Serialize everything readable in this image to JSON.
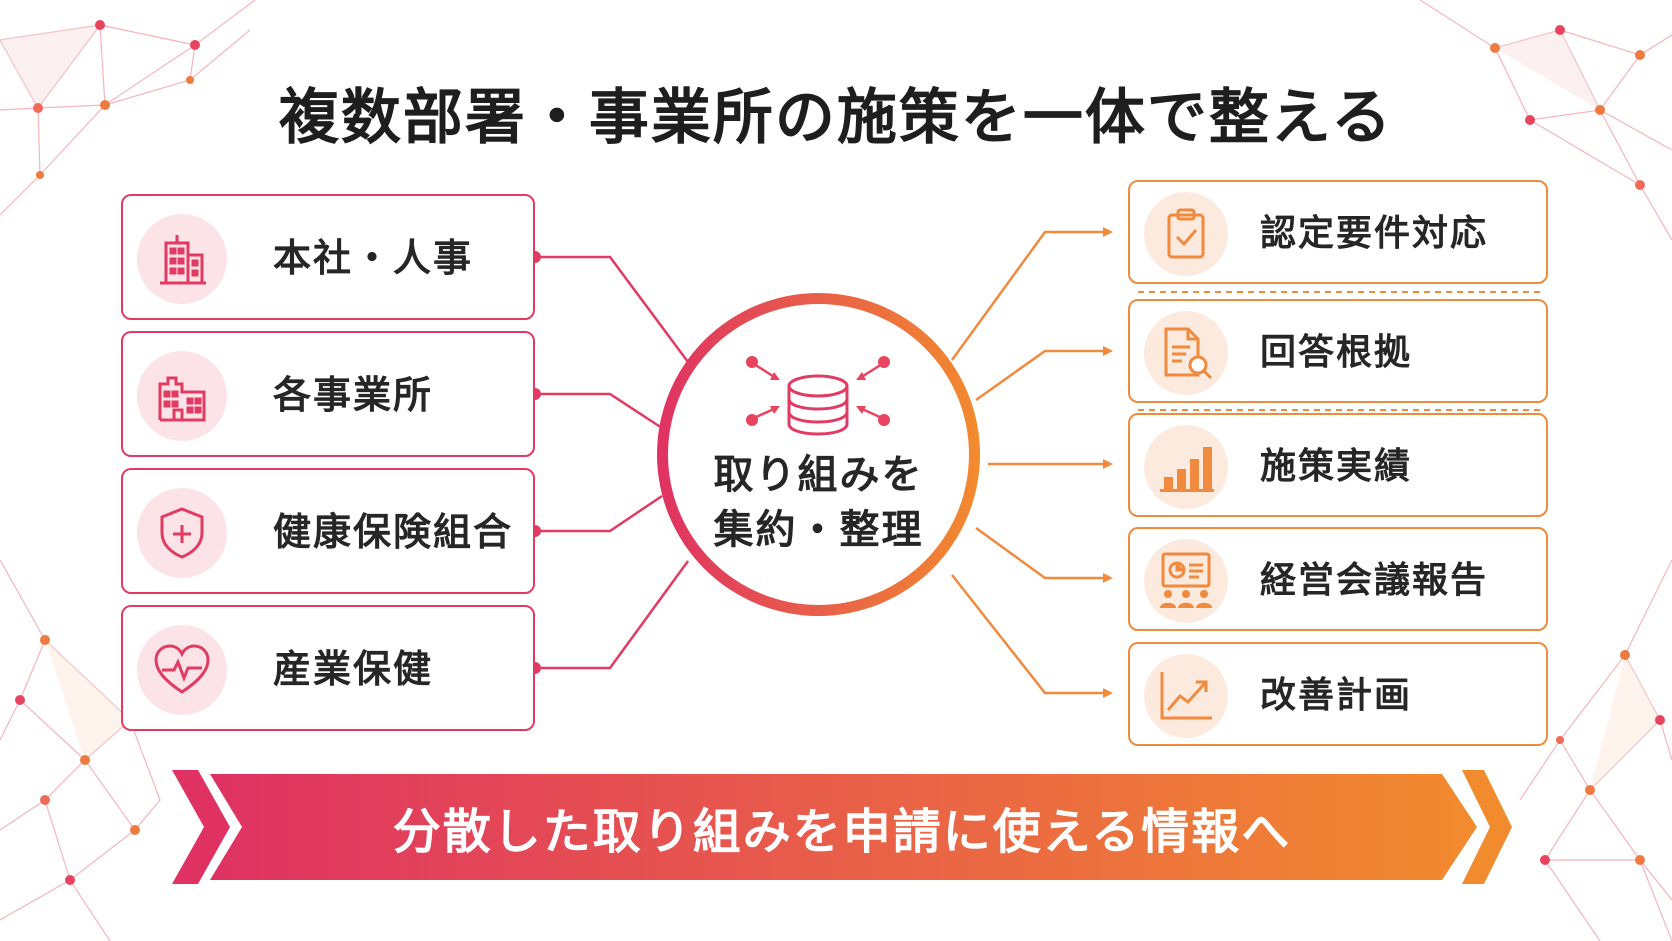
{
  "title": "複数部署・事業所の施策を一体で整える",
  "sources": [
    {
      "label": "本社・人事",
      "icon": "office-building-icon"
    },
    {
      "label": "各事業所",
      "icon": "factory-icon"
    },
    {
      "label": "健康保険組合",
      "icon": "shield-cross-icon"
    },
    {
      "label": "産業保健",
      "icon": "heart-pulse-icon"
    }
  ],
  "hub": {
    "line1": "取り組みを",
    "line2": "集約・整理",
    "icon": "database-merge-icon"
  },
  "outputs": [
    {
      "label": "認定要件対応",
      "icon": "clipboard-check-icon"
    },
    {
      "label": "回答根拠",
      "icon": "document-search-icon"
    },
    {
      "label": "施策実績",
      "icon": "bar-chart-icon"
    },
    {
      "label": "経営会議報告",
      "icon": "presentation-icon"
    },
    {
      "label": "改善計画",
      "icon": "trend-up-icon"
    }
  ],
  "banner": {
    "text": "分散した取り組みを申請に使える情報へ"
  },
  "colors": {
    "accent_red": "#e23b63",
    "accent_orange": "#f08a3e",
    "gradient_start": "#df3263",
    "gradient_end": "#f28b2e"
  }
}
